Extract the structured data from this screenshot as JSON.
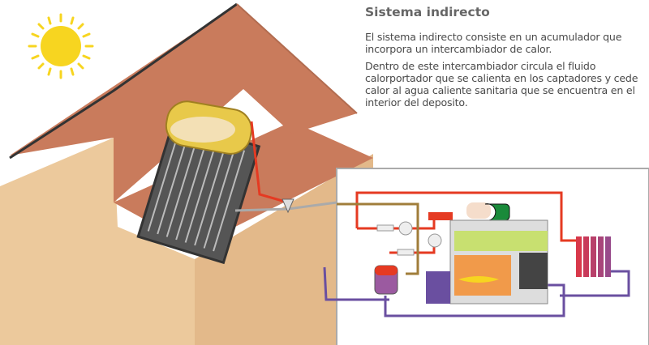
{
  "heading": "Sistema indirecto",
  "paragraphs": [
    "El sistema indirecto consiste en un acumulador que incorpora un intercambiador de calor.",
    "Dentro de este intercambiador circula el fluido calorportador que se calienta en los captadores y cede calor al agua caliente sanitaria que se encuentra en el interior del deposito."
  ],
  "colors": {
    "roof": "#c97b5c",
    "wall": "#ecc99c",
    "sun": "#f7d520",
    "hot_pipe": "#e53a22",
    "cold_pipe": "#6a4fa0",
    "tank": "#e8c94a"
  }
}
